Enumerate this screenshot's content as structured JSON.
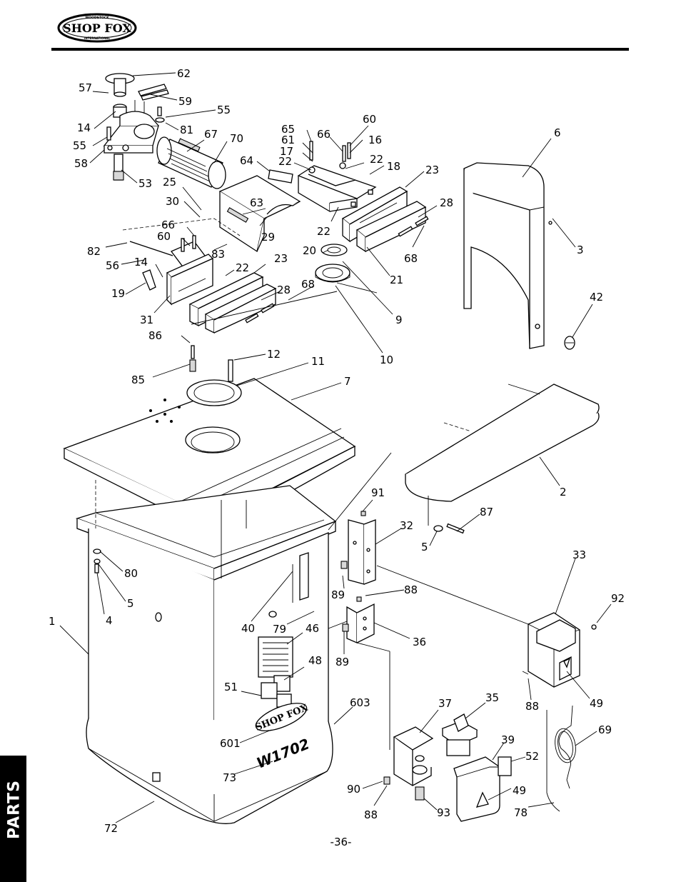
{
  "header": {
    "brand": "SHOP FOX",
    "brand_arc_top": "WOODSTOCK",
    "brand_arc_bottom": "INTERNATIONAL"
  },
  "side_tab": {
    "label": "PARTS"
  },
  "page_number": "-36-",
  "decals": {
    "model": "W1702",
    "machine_brand": "SHOP FOX"
  },
  "callouts": {
    "c62": "62",
    "c57": "57",
    "c59": "59",
    "c55a": "55",
    "c14a": "14",
    "c81": "81",
    "c67": "67",
    "c70": "70",
    "c55b": "55",
    "c58": "58",
    "c53": "53",
    "c65": "65",
    "c60a": "60",
    "c66a": "66",
    "c61": "61",
    "c16": "16",
    "c17": "17",
    "c22a": "22",
    "c22b": "22",
    "c18": "18",
    "c6": "6",
    "c64": "64",
    "c23a": "23",
    "c25": "25",
    "c30": "30",
    "c63": "63",
    "c28a": "28",
    "c66b": "66",
    "c60b": "60",
    "c29": "29",
    "c22c": "22",
    "c3": "3",
    "c82": "82",
    "c83": "83",
    "c56": "56",
    "c20": "20",
    "c68a": "68",
    "c14b": "14",
    "c23b": "23",
    "c22d": "22",
    "c21": "21",
    "c19": "19",
    "c28b": "28",
    "c68b": "68",
    "c42": "42",
    "c31": "31",
    "c9": "9",
    "c86": "86",
    "c10": "10",
    "c12": "12",
    "c85": "85",
    "c11": "11",
    "c7": "7",
    "c2": "2",
    "c91": "91",
    "c87": "87",
    "c32": "32",
    "c5a": "5",
    "c33": "33",
    "c80": "80",
    "c89a": "89",
    "c88a": "88",
    "c92": "92",
    "c5b": "5",
    "c1": "1",
    "c4": "4",
    "c40": "40",
    "c79": "79",
    "c46": "46",
    "c36": "36",
    "c89b": "89",
    "c48": "48",
    "c51": "51",
    "c88b": "88",
    "c49a": "49",
    "c603": "603",
    "c37": "37",
    "c35": "35",
    "c69": "69",
    "c601": "601",
    "c39": "39",
    "c52": "52",
    "c73": "73",
    "c90": "90",
    "c49b": "49",
    "c88c": "88",
    "c93": "93",
    "c78": "78",
    "c72": "72"
  }
}
